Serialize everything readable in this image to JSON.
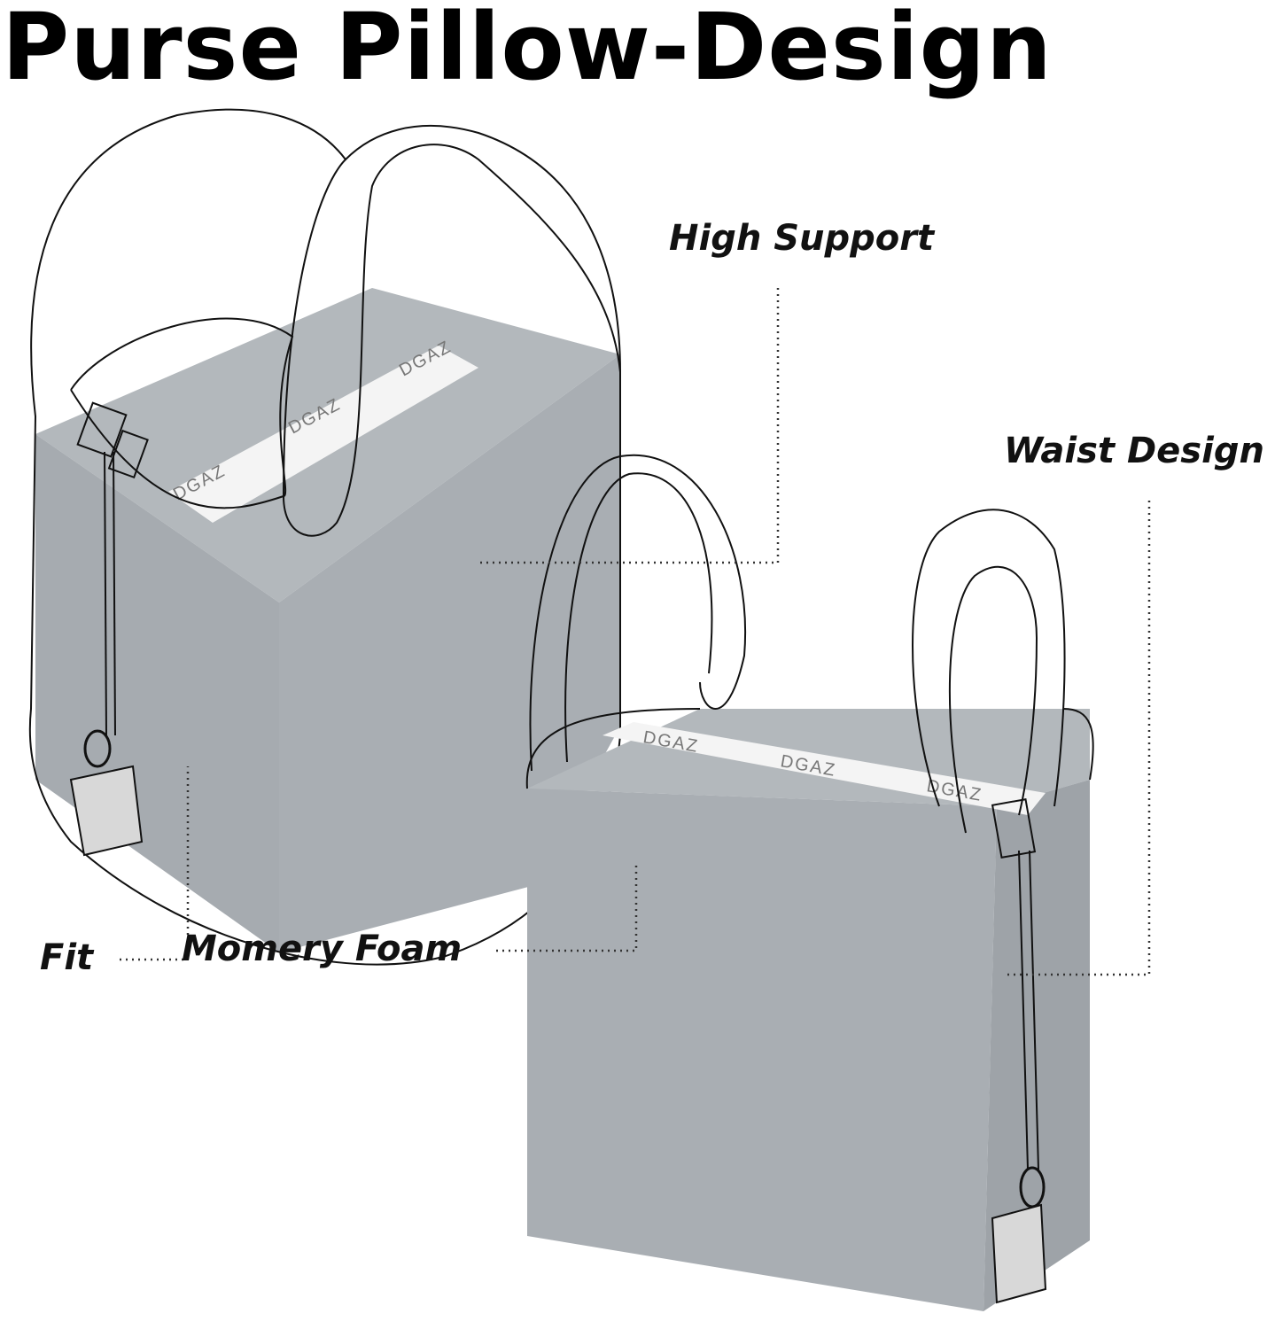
{
  "title": "Purse Pillow-Design",
  "labels": {
    "high_support": "High Support",
    "waist_design": "Waist Design",
    "fit": "Fit",
    "memory_foam": "Momery Foam"
  },
  "brand": "DGAZ",
  "colors": {
    "pillow": "#a9aeb3",
    "pillow_shade": "#9ea3a8",
    "strip": "#f4f4f4",
    "outline": "#111111"
  }
}
